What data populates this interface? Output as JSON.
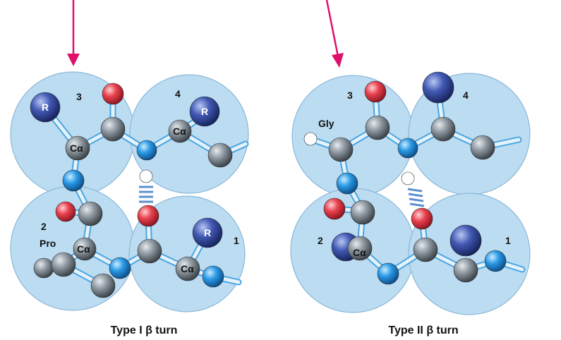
{
  "colors": {
    "arrow": "#e0106a",
    "sphere_fill": "#bcdcf2",
    "sphere_stroke": "#8bb8d8",
    "carbon": "#7d8790",
    "nitrogen": "#1e8fe0",
    "oxygen": "#e23b48",
    "r_group": "#3a52a8",
    "hydrogen": "#ffffff",
    "bond_fill": "#e3f2fb",
    "bond_edge": "#4aa6e0",
    "hbond": "#5b8fd0"
  },
  "icons": [
    "down-arrow-icon",
    "hydrogen-bond-dashes-icon"
  ],
  "type1": {
    "title": "Type I β turn",
    "residue_numbers": [
      "1",
      "2",
      "3",
      "4"
    ],
    "pro_label": "Pro",
    "ca_labels": [
      "Cα",
      "Cα",
      "Cα",
      "Cα"
    ],
    "r_labels": [
      "R",
      "R",
      "R"
    ]
  },
  "type2": {
    "title": "Type II β turn",
    "residue_numbers": [
      "1",
      "2",
      "3",
      "4"
    ],
    "gly_label": "Gly",
    "ca_labels": [
      "Cα"
    ]
  }
}
